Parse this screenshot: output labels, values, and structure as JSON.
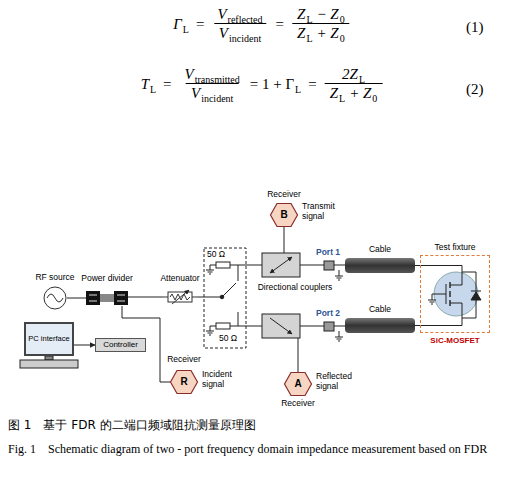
{
  "diagram": {
    "caption": "图 1　基于 FDR 的二端口频域阻抗测量原理图",
    "nodes": [
      {
        "text": [
          "RF source"
        ]
      },
      {
        "text": [
          "Power divider"
        ]
      },
      {
        "text": [
          "Attenuator"
        ]
      },
      {
        "text": [
          "Receiver",
          "B",
          "Transmit signal"
        ]
      },
      {
        "text": [
          "Cable"
        ]
      },
      {
        "text": [
          "Cable"
        ]
      },
      {
        "text": [
          "Test fixture",
          "SiC-MOSFET"
        ]
      },
      {
        "text": [
          "PC interface"
        ]
      },
      {
        "text": [
          "Controller"
        ]
      },
      {
        "text": [
          "Receiver",
          "R",
          "Incident signal"
        ]
      },
      {
        "text": [
          "Receiver",
          "A",
          "Reflected signal"
        ]
      }
    ],
    "edges": [
      {
        "from": 0,
        "to": 1,
        "arrow": "none"
      },
      {
        "from": 1,
        "to": 2,
        "arrow": "none"
      },
      {
        "from": 1,
        "to": 9,
        "arrow": "none"
      },
      {
        "from": 7,
        "to": 8,
        "arrow": "to"
      },
      {
        "from": 4,
        "to": 6,
        "arrow": "none"
      },
      {
        "from": 5,
        "to": 6,
        "arrow": "none"
      }
    ],
    "labels": [
      "Γ",
      "L",
      "=",
      "V",
      "reflected",
      "V",
      "incident",
      "=",
      "Z",
      "L",
      "− Z",
      "0",
      "Z",
      "L",
      "+ Z",
      "0",
      "(1)",
      "T",
      "L",
      "=",
      "V",
      "transmitted",
      "V",
      "incident",
      "= 1 + Γ",
      "L",
      "=",
      "2Z",
      "L",
      "Z",
      "L",
      "+ Z",
      "0",
      "(2)",
      "50 Ω",
      "50 Ω",
      "Directional couplers",
      "Port 1",
      "Port 2",
      "Fig. 1　Schematic diagram of two - port frequency domain impedance measurement based on FDR"
    ]
  }
}
